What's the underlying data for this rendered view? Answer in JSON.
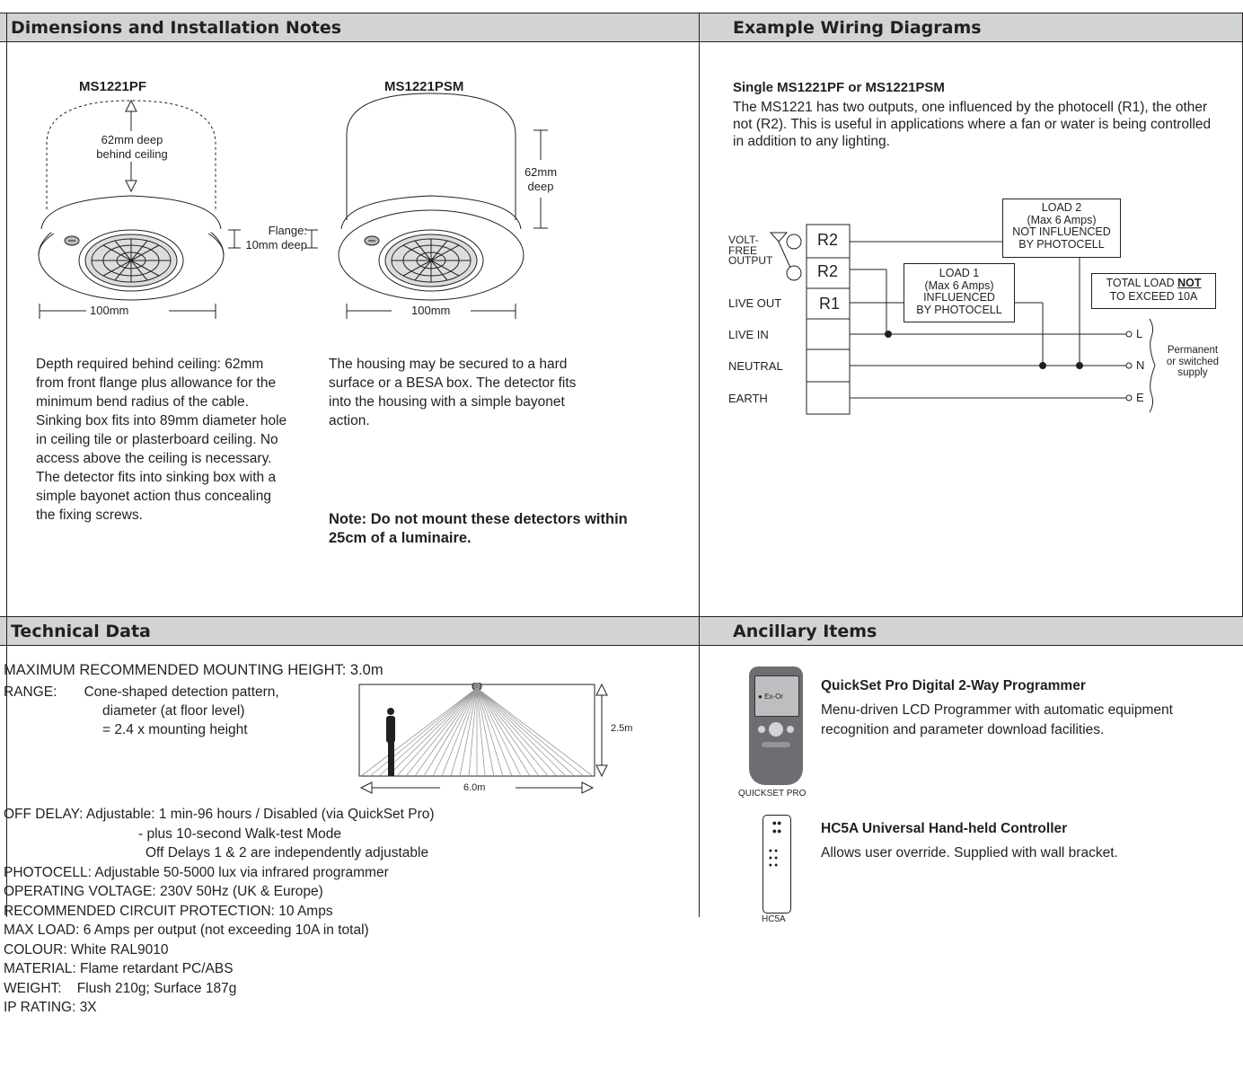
{
  "sections": {
    "dimensions_title": "Dimensions and Installation Notes",
    "wiring_title": "Example Wiring Diagrams",
    "technical_title": "Technical Data",
    "ancillary_title": "Ancillary Items"
  },
  "dimensions": {
    "pf_title": "MS1221PF",
    "psm_title": "MS1221PSM",
    "pf_depth_line1": "62mm deep",
    "pf_depth_line2": "behind ceiling",
    "psm_depth_line1": "62mm",
    "psm_depth_line2": "deep",
    "flange_line1": "Flange:",
    "flange_line2": "10mm deep",
    "width_pf": "100mm",
    "width_psm": "100mm",
    "note_pf": "Depth required behind ceiling: 62mm from front flange plus allowance for the minimum bend radius of the cable.  Sinking box fits into 89mm diameter hole in ceiling tile or plasterboard ceiling. No access above the ceiling is necessary.  The detector fits into sinking box with a simple bayonet action thus concealing the fixing screws.",
    "note_psm": "The housing may be secured to a hard surface or a BESA box. The detector fits into the housing with a simple bayonet action.",
    "warning": "Note: Do not mount these detectors within 25cm of a luminaire."
  },
  "wiring": {
    "title": "Single MS1221PF or MS1221PSM",
    "description": "The MS1221 has two outputs, one influenced by the photocell (R1), the other not (R2). This is useful in applications where a fan or water is being controlled in addition to any lighting.",
    "volt_free_1": "VOLT-",
    "volt_free_2": "FREE",
    "volt_free_3": "OUTPUT",
    "live_out": "LIVE OUT",
    "live_in": "LIVE IN",
    "neutral": "NEUTRAL",
    "earth": "EARTH",
    "r2a": "R2",
    "r2b": "R2",
    "r1": "R1",
    "load2_1": "LOAD 2",
    "load2_2": "(Max  6 Amps)",
    "load2_3": "NOT INFLUENCED",
    "load2_4": "BY PHOTOCELL",
    "load1_1": "LOAD 1",
    "load1_2": "(Max  6 Amps)",
    "load1_3": "INFLUENCED",
    "load1_4": "BY PHOTOCELL",
    "total_1a": "TOTAL LOAD ",
    "total_1b": "NOT",
    "total_2": "TO EXCEED 10A",
    "term_l": "L",
    "term_n": "N",
    "term_e": "E",
    "supply_1": "Permanent",
    "supply_2": "or switched",
    "supply_3": "supply"
  },
  "technical": {
    "max_height": "MAXIMUM RECOMMENDED MOUNTING HEIGHT: 3.0m",
    "range_1": "RANGE:       Cone-shaped detection pattern,",
    "range_2": "diameter (at floor level)",
    "range_3": "= 2.4 x mounting height",
    "height_label": "2.5m",
    "width_label": "6.0m",
    "off_delay_1": "OFF DELAY: Adjustable: 1 min-96 hours / Disabled (via QuickSet Pro)",
    "off_delay_2": "- plus 10-second Walk-test Mode",
    "off_delay_3": "Off Delays 1 & 2 are independently adjustable",
    "photocell": "PHOTOCELL: Adjustable 50-5000 lux via infrared programmer",
    "voltage": "OPERATING VOLTAGE: 230V 50Hz (UK & Europe)",
    "protection": "RECOMMENDED CIRCUIT PROTECTION: 10 Amps",
    "max_load": "MAX LOAD: 6 Amps per output (not exceeding 10A in total)",
    "colour": "COLOUR: White RAL9010",
    "material": "MATERIAL: Flame retardant PC/ABS",
    "weight": "WEIGHT:    Flush 210g; Surface 187g",
    "ip": "IP RATING: 3X"
  },
  "ancillary": {
    "item1_title": "QuickSet Pro Digital 2-Way Programmer",
    "item1_desc": "Menu-driven LCD Programmer with automatic equipment recognition and parameter download facilities.",
    "item1_caption": "QUICKSET PRO",
    "item1_brand": "Ex-Or",
    "item2_title": "HC5A Universal Hand-held Controller",
    "item2_desc": "Allows user override.  Supplied with wall bracket.",
    "item2_caption": "HC5A"
  },
  "colors": {
    "header_bg": "#d1d3d4",
    "ink": "#231f20"
  }
}
